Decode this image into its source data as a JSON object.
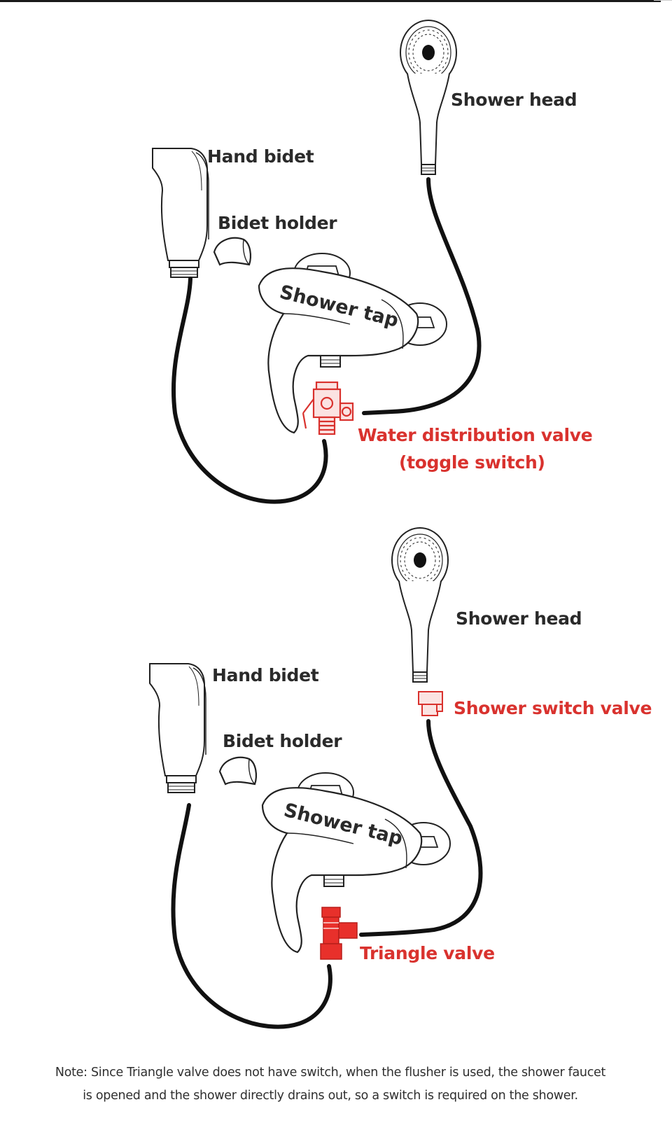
{
  "top": {
    "shower_head": "Shower head",
    "hand_bidet": "Hand bidet",
    "bidet_holder": "Bidet holder",
    "shower_tap": "Shower tap",
    "valve_line1": "Water distribution valve",
    "valve_line2": "(toggle switch)"
  },
  "bottom": {
    "shower_head": "Shower head",
    "hand_bidet": "Hand bidet",
    "shower_switch_valve": "Shower switch valve",
    "bidet_holder": "Bidet holder",
    "shower_tap": "Shower tap",
    "triangle_valve": "Triangle valve"
  },
  "note": {
    "line1": "Note: Since Triangle valve does not have switch, when the flusher is used, the shower faucet",
    "line2": "is opened and the shower directly drains out, so a switch is required on the shower."
  },
  "colors": {
    "accent_red": "#d9322e",
    "ink": "#2a2a2a",
    "hose": "#111111"
  }
}
